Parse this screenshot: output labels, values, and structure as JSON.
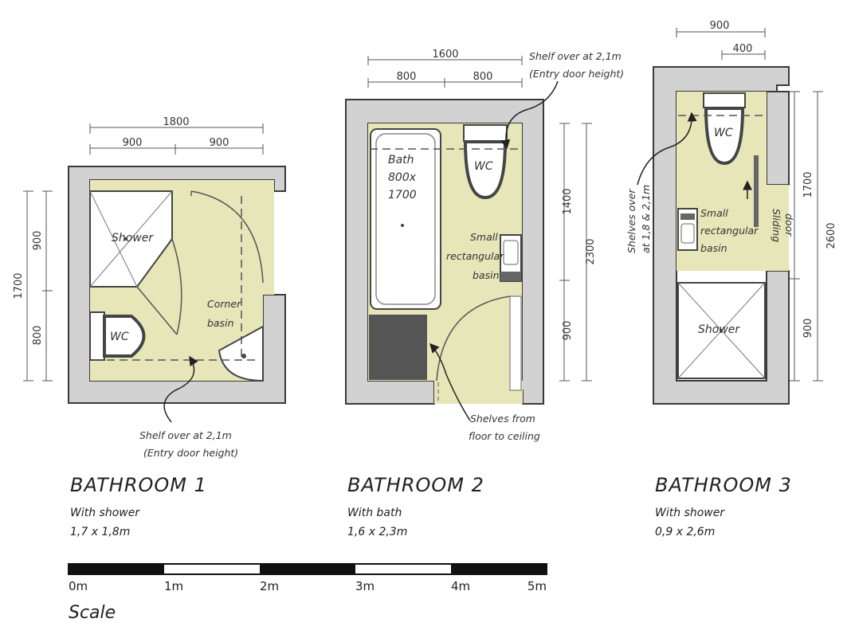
{
  "bathrooms": [
    {
      "title": "BATHROOM 1",
      "subtitle": "With shower",
      "size": "1,7 x 1,8m",
      "dims": {
        "total_width": "1800",
        "width_a": "900",
        "width_b": "900",
        "total_height": "1700",
        "height_a": "900",
        "height_b": "800"
      },
      "labels": {
        "shower": "Shower",
        "wc": "WC",
        "basin_line1": "Corner",
        "basin_line2": "basin"
      },
      "note": {
        "line1": "Shelf over at 2,1m",
        "line2": "(Entry door height)"
      }
    },
    {
      "title": "BATHROOM 2",
      "subtitle": "With bath",
      "size": "1,6 x 2,3m",
      "dims": {
        "total_width": "1600",
        "width_a": "800",
        "width_b": "800",
        "total_height": "2300",
        "height_a": "1400",
        "height_b": "900"
      },
      "labels": {
        "bath_line1": "Bath",
        "bath_line2": "800x",
        "bath_line3": "1700",
        "wc": "WC",
        "basin_line1": "Small",
        "basin_line2": "rectangular",
        "basin_line3": "basin"
      },
      "note_top": {
        "line1": "Shelf over at 2,1m",
        "line2": "(Entry door height)"
      },
      "note_bottom": {
        "line1": "Shelves from",
        "line2": "floor to ceiling"
      }
    },
    {
      "title": "BATHROOM 3",
      "subtitle": "With shower",
      "size": "0,9 x 2,6m",
      "dims": {
        "total_width": "900",
        "width_a": "400",
        "total_height": "2600",
        "height_a": "1700",
        "height_b": "900"
      },
      "labels": {
        "wc": "WC",
        "basin_line1": "Small",
        "basin_line2": "rectangular",
        "basin_line3": "basin",
        "door_line1": "Sliding",
        "door_line2": "door",
        "shower": "Shower"
      },
      "note": {
        "line1": "Shelves over",
        "line2": "at 1,8 & 2,1m"
      }
    }
  ],
  "scale": {
    "word": "Scale",
    "ticks": [
      "0m",
      "1m",
      "2m",
      "3m",
      "4m",
      "5m"
    ]
  },
  "colors": {
    "wall": "#d2d2d2",
    "wall_stroke": "#3a3a3a",
    "floor": "#e7e6b9",
    "fixture": "#ffffff",
    "dark_mat": "#555555"
  }
}
